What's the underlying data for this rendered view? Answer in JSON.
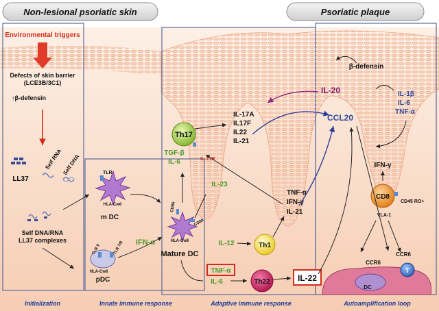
{
  "header": {
    "left_title": "Non-lesional psoriatic skin",
    "right_title": "Psoriatic plaque"
  },
  "left_panel": {
    "environmental_triggers": "Environmental triggers",
    "barrier_line1": "Defects of skin barrier",
    "barrier_line2": "(LCE3B/3C1)",
    "beta_defensin": "↑β-defensin",
    "ll37": "LL37",
    "self_rna": "Self RNA",
    "self_dna": "Self DNA",
    "complexes_line1": "Self DNA/RNA",
    "complexes_line2": "LL37 complexes"
  },
  "innate": {
    "mdc_label": "m DC",
    "mdc_tlr": "TLR",
    "mdc_hla": "HLA-Cw6",
    "pdc_label": "pDC",
    "pdc_tlr9": "TLR 9",
    "pdc_tlr78": "TLR 7/8",
    "pdc_hla": "HLA-Cw6",
    "ifn_alpha": "IFN-α",
    "mature_dc": "Mature DC",
    "cd86": "CD86",
    "cd80": "CD80",
    "mature_hla": "HLA-Cw6"
  },
  "adaptive": {
    "th17": "Th17",
    "il21r": "IL-21R",
    "tgf_beta": "TGF-β",
    "il6": "IL-6",
    "il23": "IL-23",
    "il17a": "IL-17A",
    "il17f": "IL17F",
    "il22": "IL22",
    "il21": "IL-21",
    "tnf_alpha": "TNF-α",
    "ifn_gamma": "IFN-γ",
    "il21_b": "IL-21",
    "il12": "IL-12",
    "th1": "Th1",
    "tnf_alpha_box": "TNF-α",
    "il6_b": "IL-6",
    "th22": "Th22",
    "il22_box": "IL-22"
  },
  "autoamp": {
    "beta_defensin": "β-defensin",
    "il20": "IL-20",
    "ccl20": "CCL20",
    "il1b": "IL-1β",
    "il6": "IL-6",
    "tnfa": "TNF-α",
    "ifn_gamma": "IFN-γ",
    "cd8": "CD8",
    "cd45": "CD45 RO+",
    "vla1": "VLA-1",
    "ccr6_a": "CCR6",
    "ccr6_b": "CCR6",
    "dc": "DC",
    "t": "T"
  },
  "footer": {
    "initialization": "Initialization",
    "innate": "Innate immune response",
    "adaptive": "Adaptive immune response",
    "autoamp": "Autoamplification loop"
  },
  "colors": {
    "skin_light": "#fbe6d8",
    "skin_mid": "#f4c6aa",
    "cell_stroke": "#e38f6a",
    "red_text": "#d42a1a",
    "green_text": "#4c9a2a",
    "blue_text": "#2a4a9a",
    "purple_text": "#7a1a6a",
    "th17_fill": "#a8d04a",
    "th1_fill": "#f5e24a",
    "th22_fill": "#d4145a",
    "cd8_fill": "#f29a2a"
  }
}
